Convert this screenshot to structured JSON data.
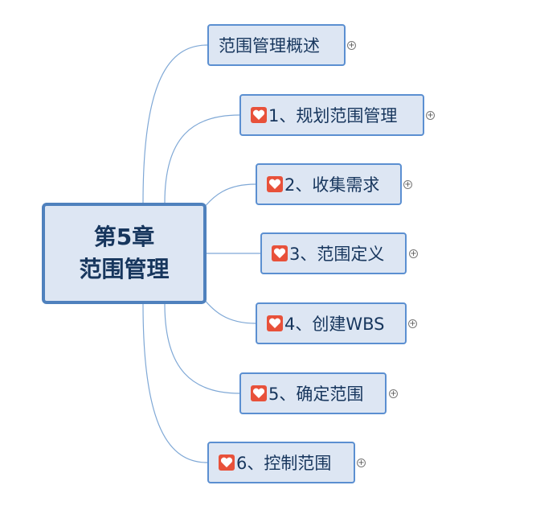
{
  "central": {
    "line1": "第5章",
    "line2": "范围管理"
  },
  "topics": [
    {
      "label": "范围管理概述",
      "icon": ""
    },
    {
      "label": "1、规划范围管理",
      "icon": "heart-icon"
    },
    {
      "label": "2、收集需求",
      "icon": "heart-icon"
    },
    {
      "label": "3、范围定义",
      "icon": "heart-icon"
    },
    {
      "label": "4、创建WBS",
      "icon": "heart-icon"
    },
    {
      "label": "5、确定范围",
      "icon": "heart-icon"
    },
    {
      "label": "6、控制范围",
      "icon": "heart-icon"
    }
  ],
  "colors": {
    "connector": "#7fa8d6",
    "topic_fill": "#dde6f3",
    "topic_border": "#5b8fd1",
    "central_border": "#4f81bd",
    "text": "#17365d",
    "heart": "#e8513a"
  },
  "expander_symbol": "+"
}
